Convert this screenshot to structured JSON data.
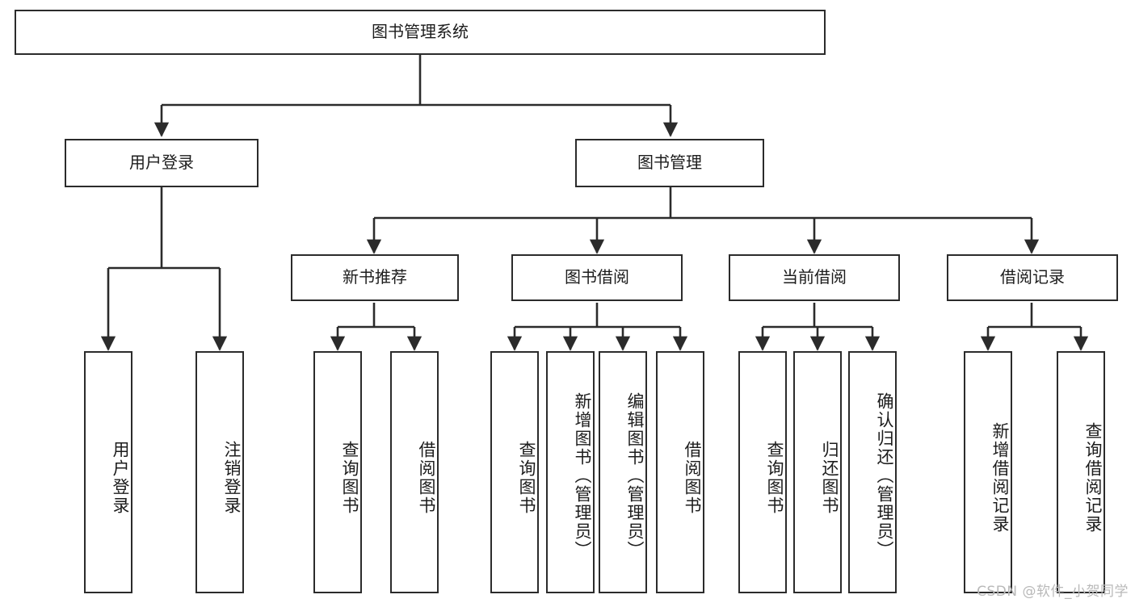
{
  "diagram": {
    "title": "图书管理系统",
    "type": "tree",
    "root": {
      "label": "图书管理系统"
    },
    "level1": [
      {
        "label": "用户登录"
      },
      {
        "label": "图书管理"
      }
    ],
    "level2": [
      {
        "label": "新书推荐"
      },
      {
        "label": "图书借阅"
      },
      {
        "label": "当前借阅"
      },
      {
        "label": "借阅记录"
      }
    ],
    "leaves": {
      "user_login": [
        {
          "label": "用户登录"
        },
        {
          "label": "注销登录"
        }
      ],
      "new_book_recommend": [
        {
          "label": "查询图书"
        },
        {
          "label": "借阅图书"
        }
      ],
      "book_borrow": [
        {
          "label": "查询图书"
        },
        {
          "label": "新增图书（管理员）"
        },
        {
          "label": "编辑图书（管理员）"
        },
        {
          "label": "借阅图书"
        }
      ],
      "current_borrow": [
        {
          "label": "查询图书"
        },
        {
          "label": "归还图书"
        },
        {
          "label": "确认归还（管理员）"
        }
      ],
      "borrow_record": [
        {
          "label": "新增借阅记录"
        },
        {
          "label": "查询借阅记录"
        }
      ]
    }
  },
  "watermark": {
    "text": "CSDN @软件_小贺同学"
  },
  "colors": {
    "stroke": "#2b2b2b",
    "fill": "#ffffff",
    "text": "#1c1c1c",
    "watermark": "#b9b9b9"
  }
}
